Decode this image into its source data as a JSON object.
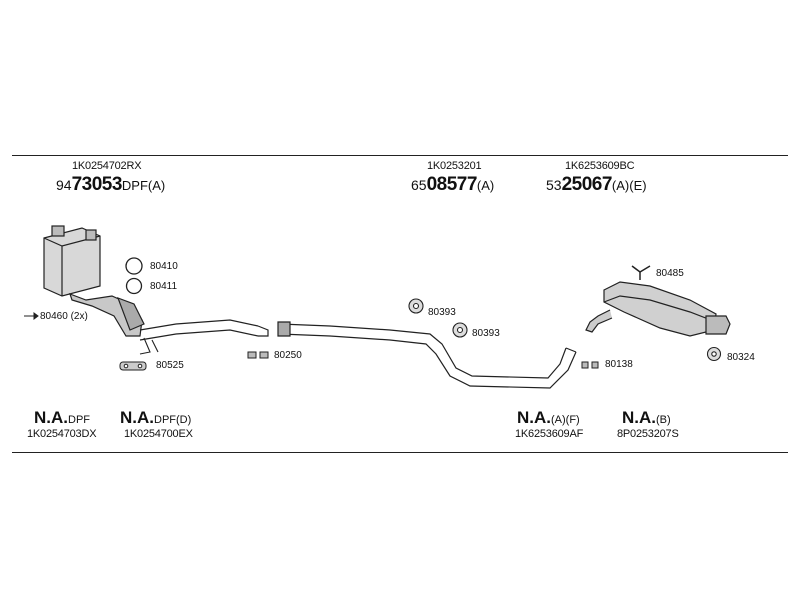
{
  "top_left": {
    "oem": "1K0254702RX",
    "prefix": "94",
    "code": "73053",
    "suffix": "DPF(A)"
  },
  "top_mid": {
    "oem": "1K0253201",
    "prefix": "65",
    "code": "08577",
    "suffix": "(A)"
  },
  "top_right": {
    "oem": "1K6253609BC",
    "prefix": "53",
    "code": "25067",
    "suffix": "(A)(E)"
  },
  "parts": {
    "p80410": "80410",
    "p80411": "80411",
    "p80460": "80460 (2x)",
    "p80525": "80525",
    "p80250": "80250",
    "p80393a": "80393",
    "p80393b": "80393",
    "p80138": "80138",
    "p80485": "80485",
    "p80324": "80324"
  },
  "bottom": [
    {
      "na": "N.A.",
      "suffix": "DPF",
      "oem": "1K0254703DX"
    },
    {
      "na": "N.A.",
      "suffix": "DPF(D)",
      "oem": "1K0254700EX"
    },
    {
      "na": "N.A.",
      "suffix": "(A)(F)",
      "oem": "1K6253609AF"
    },
    {
      "na": "N.A.",
      "suffix": "(B)",
      "oem": "8P0253207S"
    }
  ]
}
